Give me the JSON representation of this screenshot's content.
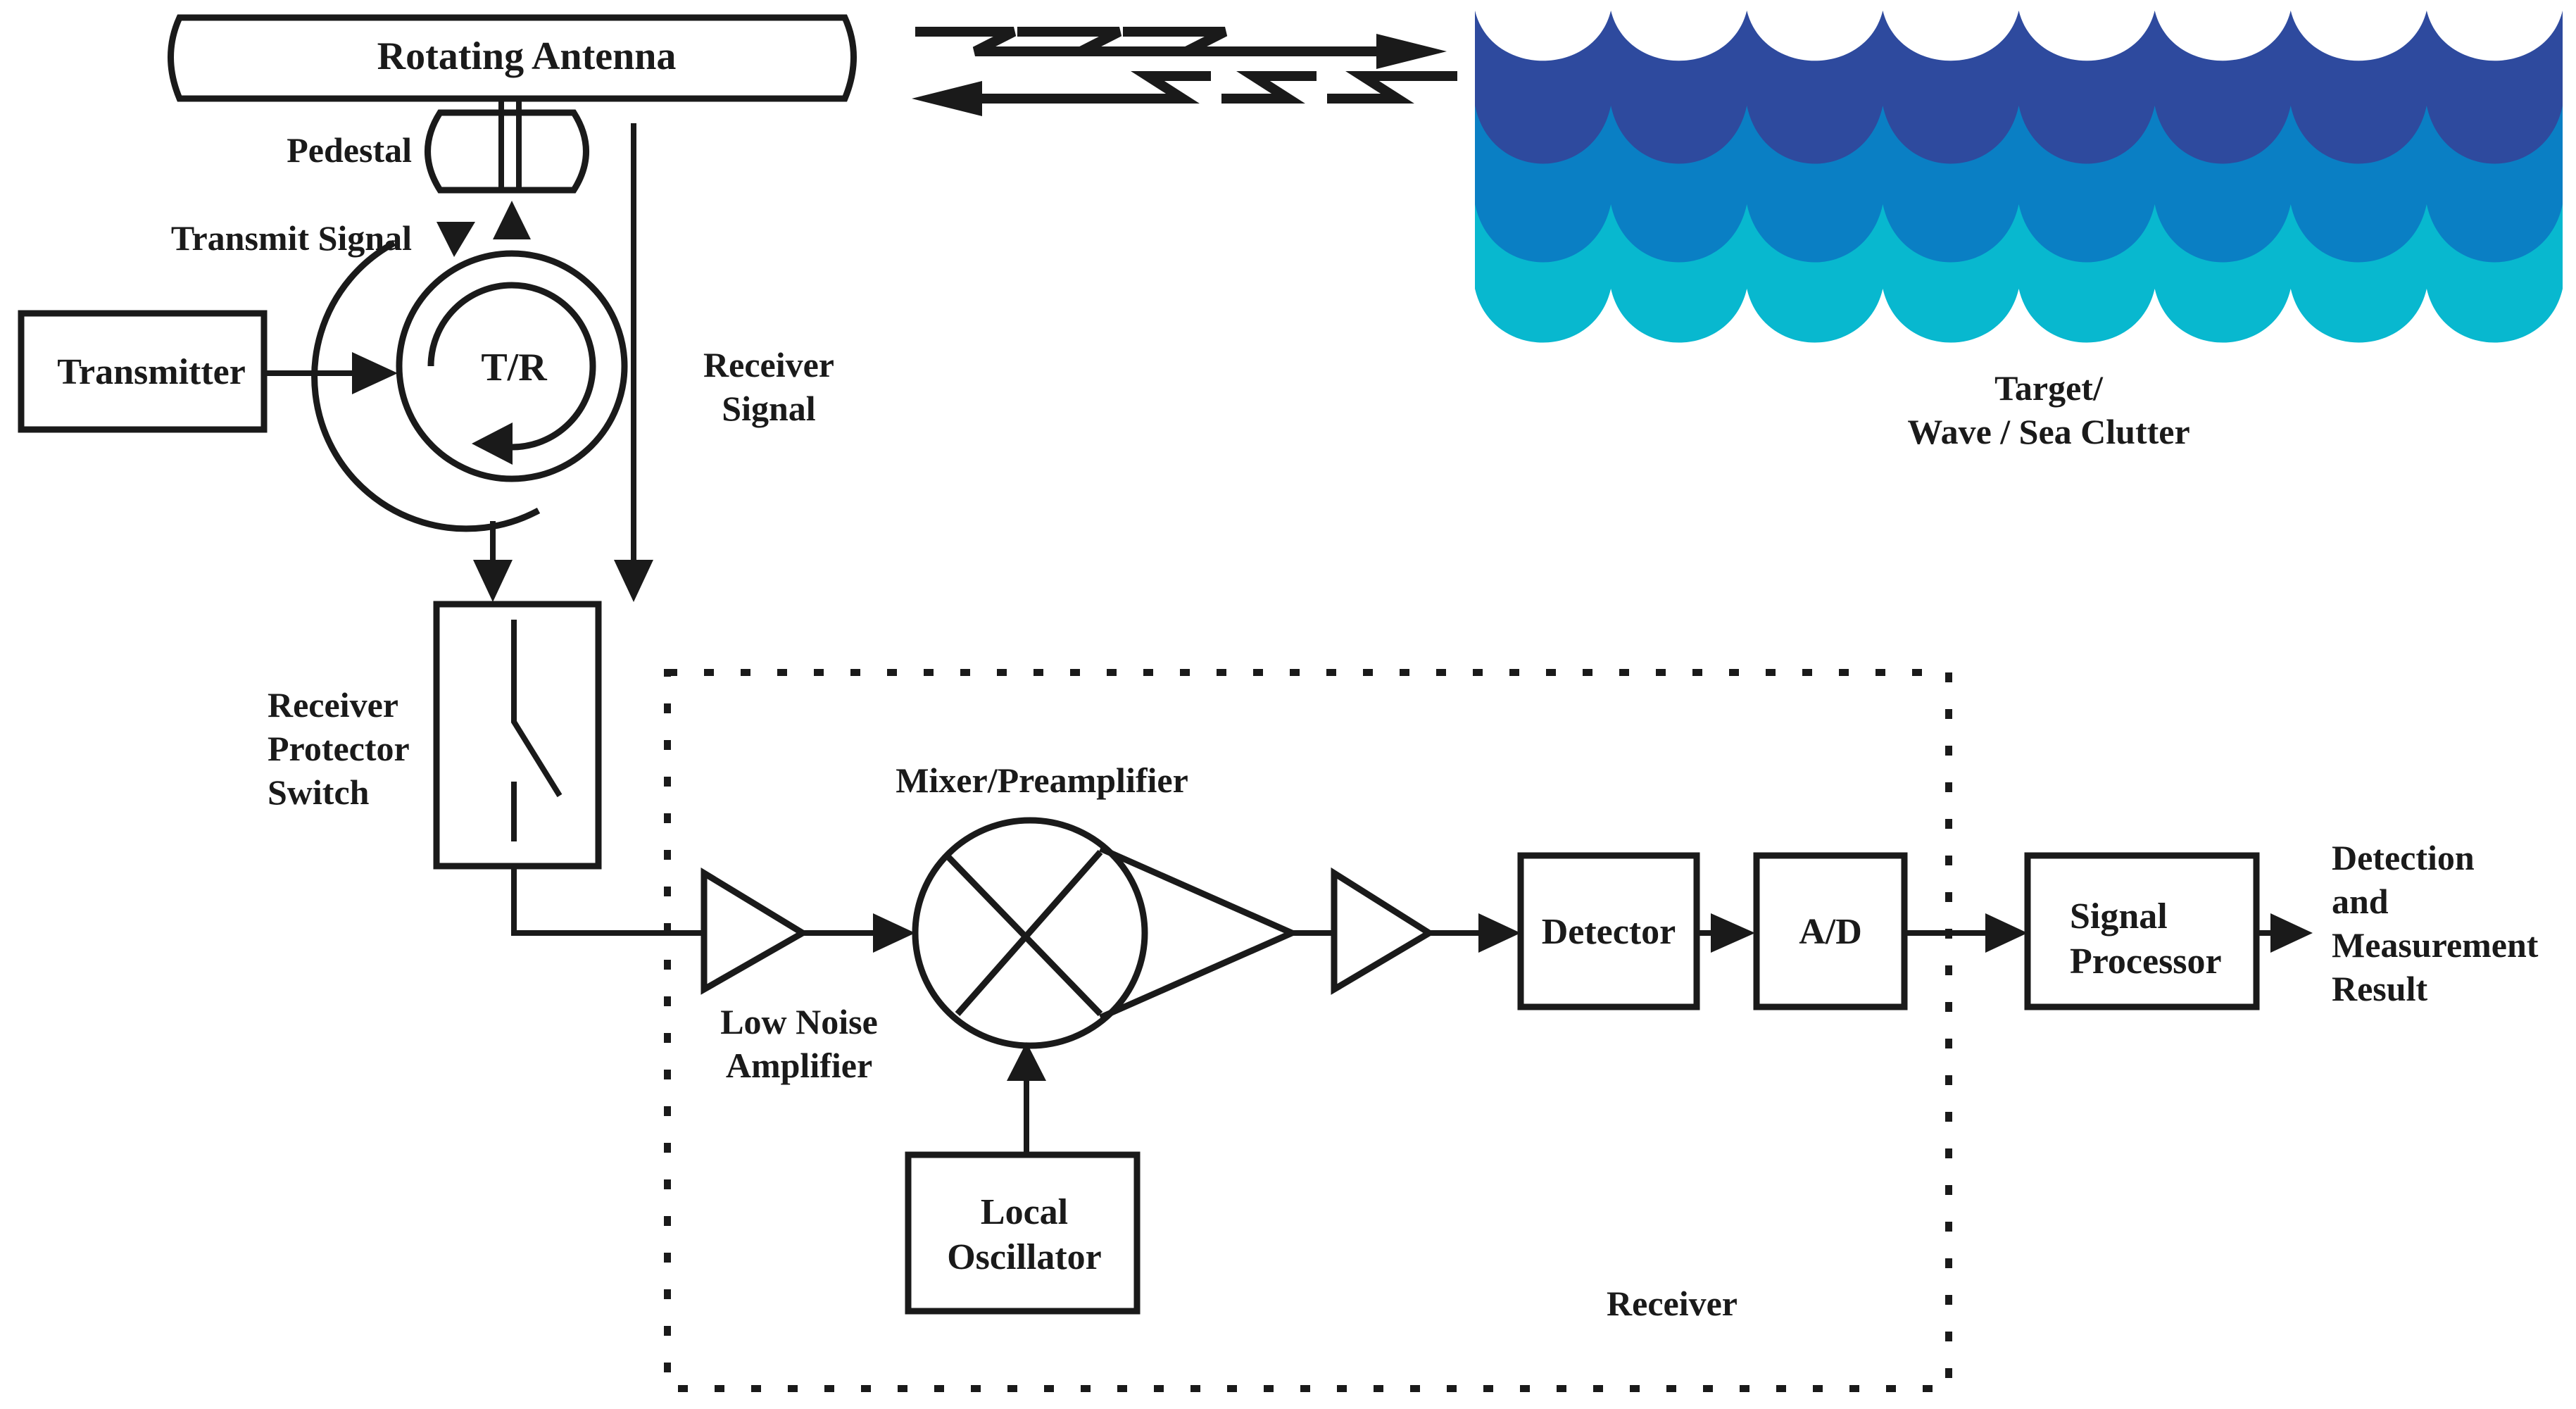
{
  "diagram": {
    "title": "Marine radar system block diagram",
    "colors": {
      "line": "#1a1a1a",
      "wave_dark": "#2e4a9e",
      "wave_mid": "#0a7fc4",
      "wave_light": "#08b8cf",
      "background": "#ffffff"
    },
    "antenna": {
      "label": "Rotating Antenna"
    },
    "pedestal": {
      "label": "Pedestal"
    },
    "transmit_signal": {
      "label": "Transmit Signal"
    },
    "transmitter": {
      "label": "Transmitter"
    },
    "circulator": {
      "label": "T/R"
    },
    "receiver_signal": {
      "label_line1": "Receiver",
      "label_line2": "Signal"
    },
    "target": {
      "label_line1": "Target/",
      "label_line2": "Wave / Sea Clutter"
    },
    "protector_switch": {
      "label_line1": "Receiver",
      "label_line2": "Protector",
      "label_line3": "Switch"
    },
    "lna": {
      "label_line1": "Low Noise",
      "label_line2": "Amplifier"
    },
    "mixer": {
      "label": "Mixer/Preamplifier"
    },
    "local_oscillator": {
      "label_line1": "Local",
      "label_line2": "Oscillator"
    },
    "detector": {
      "label": "Detector"
    },
    "ad_converter": {
      "label": "A/D"
    },
    "signal_processor": {
      "label_line1": "Signal",
      "label_line2": "Processor"
    },
    "receiver_group": {
      "label": "Receiver"
    },
    "result": {
      "label_line1": "Detection",
      "label_line2": "and",
      "label_line3": "Measurement",
      "label_line4": "Result"
    }
  }
}
